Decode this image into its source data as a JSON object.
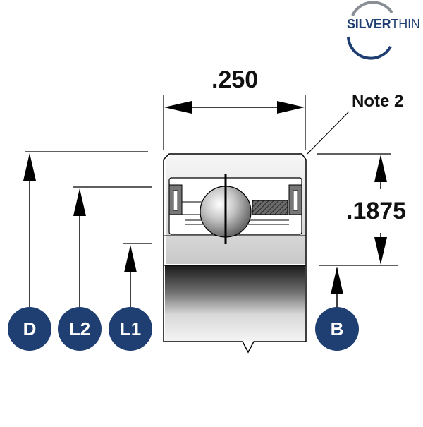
{
  "logo": {
    "text_bold": "SILVER",
    "text_light": "THIN",
    "color": "#1f3f73",
    "ring_color": "#8a8f96"
  },
  "dimensions": {
    "width_label": ".250",
    "height_label": ".1875",
    "note_label": "Note 2"
  },
  "badges": [
    {
      "id": "D",
      "label": "D"
    },
    {
      "id": "L2",
      "label": "L2"
    },
    {
      "id": "L1",
      "label": "L1"
    },
    {
      "id": "B",
      "label": "B"
    }
  ],
  "colors": {
    "badge_fill": "#1f3f73",
    "badge_text": "#ffffff",
    "line": "#000000"
  }
}
